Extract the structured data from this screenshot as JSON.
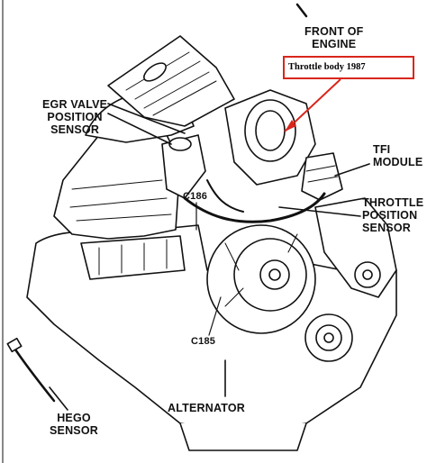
{
  "callout": {
    "text": "Throttle body 1987",
    "border_color": "#d9261c"
  },
  "labels": {
    "front_of_engine": [
      "FRONT OF",
      "ENGINE"
    ],
    "egr_valve_position_sensor": [
      "EGR VALVE",
      "POSITION",
      "SENSOR"
    ],
    "tfi_module": [
      "TFI",
      "MODULE"
    ],
    "throttle_position_sensor": [
      "THROTTLE",
      "POSITION",
      "SENSOR"
    ],
    "c186": "C186",
    "c185": "C185",
    "alternator": "ALTERNATOR",
    "hego_sensor": [
      "HEGO",
      "SENSOR"
    ]
  },
  "colors": {
    "line": "#111111",
    "callout_arrow": "#d9261c"
  }
}
